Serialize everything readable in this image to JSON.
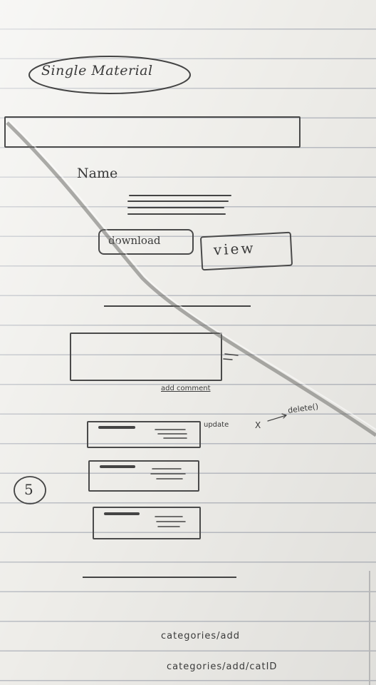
{
  "header": {
    "title": "Single Material"
  },
  "material": {
    "name_label": "Name",
    "download_label": "download",
    "view_label": "view"
  },
  "comment": {
    "add_label": "add comment"
  },
  "comment_actions": {
    "update_label": "update",
    "delete_mark": "X",
    "delete_label": "delete()"
  },
  "annotations": {
    "circled_number": "5"
  },
  "routes": [
    "categories/add",
    "categories/add/catID"
  ]
}
